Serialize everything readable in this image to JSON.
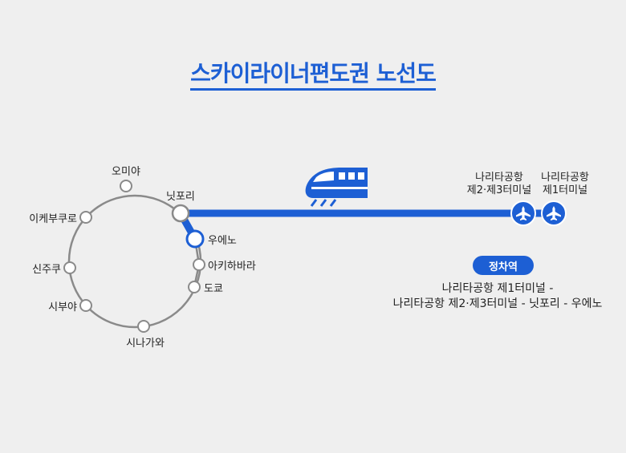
{
  "title": "스카이라이너편도권 노선도",
  "loop_stations": {
    "omiya": "오미야",
    "ikebukuro": "이케부쿠로",
    "shinjuku": "신주쿠",
    "shibuya": "시부야",
    "shinagawa": "시나가와"
  },
  "line_stations": {
    "nippori": "닛포리",
    "ueno": "우에노",
    "akihabara": "아키하바라",
    "tokyo": "도쿄"
  },
  "airport": {
    "t23_line1": "나리타공항",
    "t23_line2": "제2·제3터미널",
    "t1_line1": "나리타공항",
    "t1_line2": "제1터미널"
  },
  "stops": {
    "badge": "정차역",
    "line1": "나리타공항 제1터미널 -",
    "line2": "나리타공항 제2·제3터미널 - 닛포리 - 우에노"
  },
  "colors": {
    "brand_blue": "#1d5fd4",
    "loop_gray": "#8a8a8a"
  },
  "icons": [
    "train-icon",
    "airplane-icon"
  ]
}
